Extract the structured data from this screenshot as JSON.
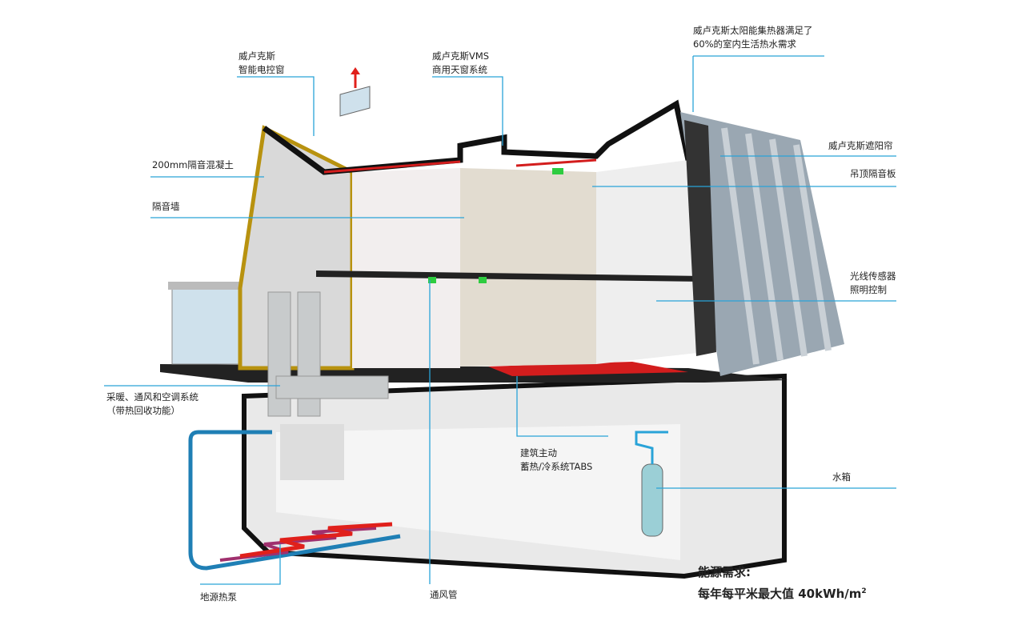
{
  "labels": {
    "smart_window": [
      "威卢克斯",
      "智能电控窗"
    ],
    "vms_skylight": [
      "威卢克斯VMS",
      "商用天窗系统"
    ],
    "solar": [
      "威卢克斯太阳能集热器满足了",
      "60%的室内生活热水需求"
    ],
    "concrete": "200mm隔音混凝土",
    "sound_wall": "隔音墙",
    "blinds": "威卢克斯遮阳帘",
    "ceiling_panel": "吊顶隔音板",
    "light_sensor": [
      "光线传感器",
      "照明控制"
    ],
    "hvac": [
      "采暖、通风和空调系统",
      "（带热回收功能）"
    ],
    "tabs": [
      "建筑主动",
      "蓄热/冷系统TABS"
    ],
    "water_tank": "水箱",
    "ground_pump": "地源热泵",
    "vent_pipe": "通风管"
  },
  "energy": {
    "title": "能源需求:",
    "value": "每年每平米最大值 40kWh/m",
    "superscript": "2"
  },
  "colors": {
    "leader": "#29a3d8",
    "roof_edge": "#d4a017",
    "heating": "#e0201b",
    "pipe": "#1f7fb5",
    "green": "#2ecc40"
  }
}
